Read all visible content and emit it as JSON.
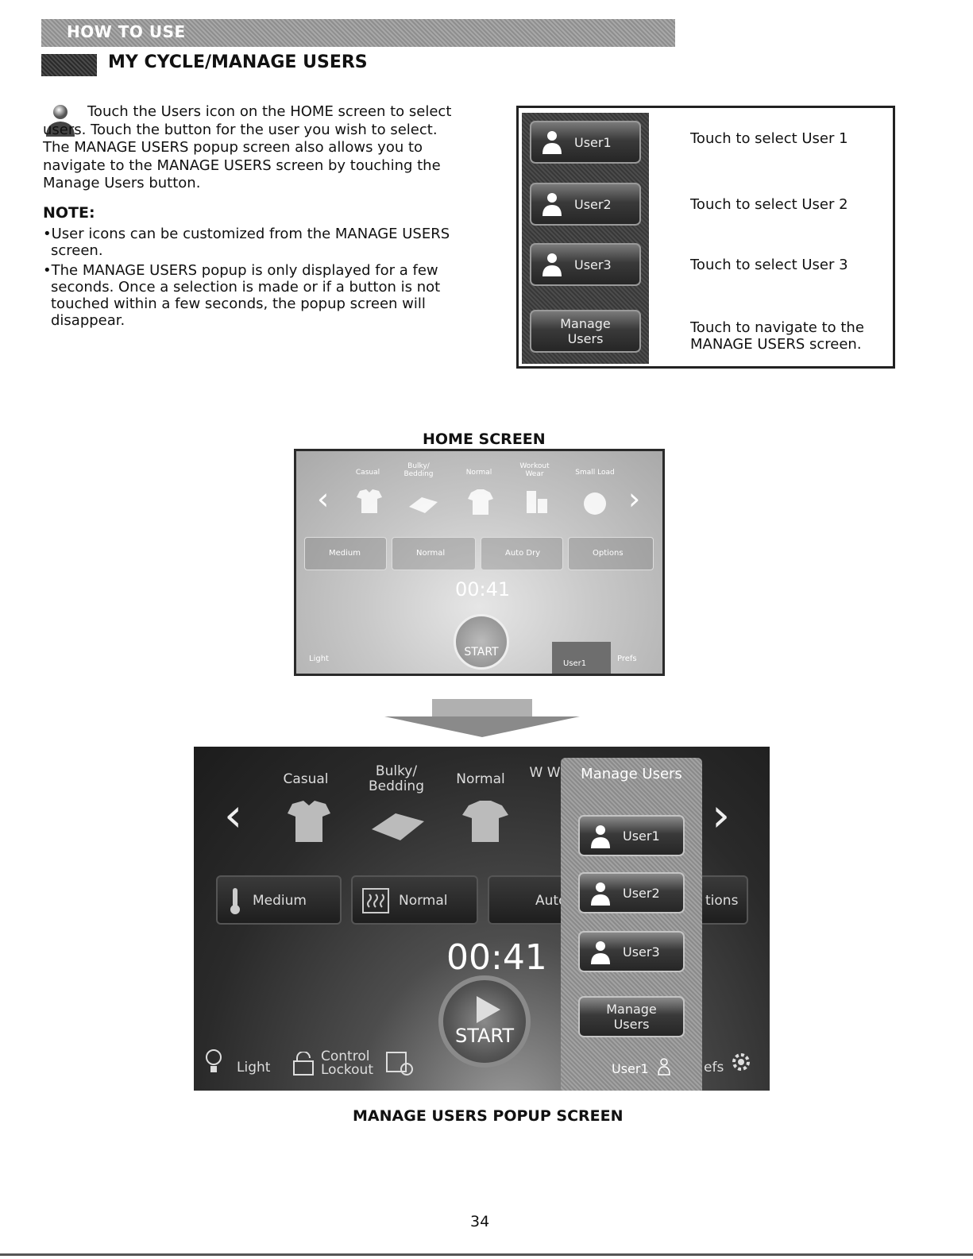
{
  "header": {
    "label": "HOW TO USE"
  },
  "section": {
    "title": "MY CYCLE/MANAGE USERS"
  },
  "intro": {
    "icon": "users-icon",
    "text": "Touch the Users icon on the HOME screen to select users. Touch the button for the user you wish to select. The MANAGE USERS popup screen also allows you to navigate to the MANAGE USERS screen by touching the Manage Users button."
  },
  "note": {
    "title": "NOTE:",
    "items": [
      "User icons can be customized from the MANAGE USERS screen.",
      "The MANAGE USERS popup is only displayed for a few seconds. Once a selection is made or if a button is not touched within a few seconds, the popup screen will disappear."
    ]
  },
  "legend": {
    "buttons": [
      {
        "label": "User1",
        "description": "Touch to select User 1"
      },
      {
        "label": "User2",
        "description": "Touch to select User 2"
      },
      {
        "label": "User3",
        "description": "Touch to select User 3"
      },
      {
        "label_line1": "Manage",
        "label_line2": "Users",
        "description_line1": "Touch to navigate to the",
        "description_line2": "MANAGE USERS screen."
      }
    ]
  },
  "home_screen": {
    "caption": "HOME SCREEN",
    "categories": [
      "Casual",
      "Bulky/ Bedding",
      "Normal",
      "Workout Wear",
      "Small Load"
    ],
    "options": [
      "Medium",
      "Normal",
      "Auto Dry",
      "Options"
    ],
    "time": "00:41",
    "start": "START",
    "bottom": {
      "light": "Light",
      "user": "User1",
      "prefs": "Prefs"
    }
  },
  "popup_screen": {
    "caption": "MANAGE USERS POPUP SCREEN",
    "categories": [
      "Casual",
      "Bulky/ Bedding",
      "Normal",
      "W W"
    ],
    "options": {
      "medium": "Medium",
      "normal": "Normal",
      "auto": "Auto",
      "options_partial": "tions"
    },
    "time": "00:41",
    "start": "START",
    "bottom": {
      "light": "Light",
      "control": "Control",
      "lockout": "Lockout",
      "prefs_partial": "efs"
    },
    "popup": {
      "title": "Manage Users",
      "buttons": [
        "User1",
        "User2",
        "User3"
      ],
      "manage_line1": "Manage",
      "manage_line2": "Users",
      "current_user": "User1"
    }
  },
  "page_number": "34"
}
